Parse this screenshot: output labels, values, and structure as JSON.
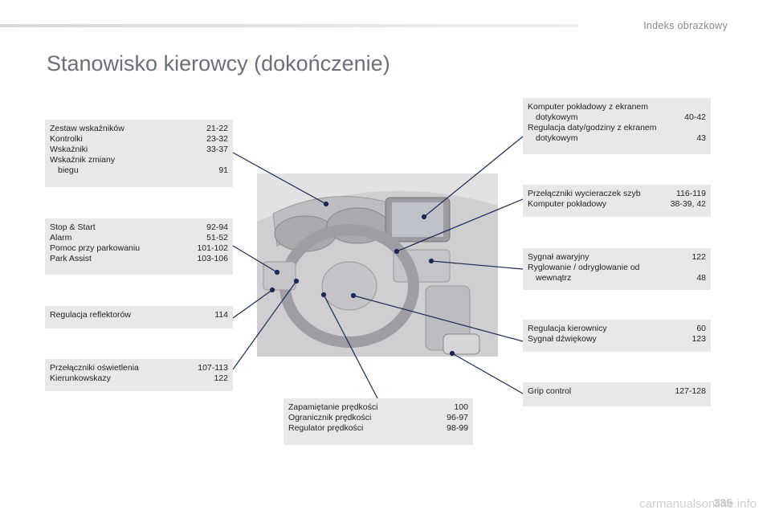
{
  "header": {
    "section": "Indeks obrazkowy"
  },
  "page_title": "Stanowisko kierowcy (dokończenie)",
  "boxes": {
    "b1": [
      {
        "label": "Zestaw wskaźników",
        "page": "21-22"
      },
      {
        "label": "Kontrolki",
        "page": "23-32"
      },
      {
        "label": "Wskaźniki",
        "page": "33-37"
      },
      {
        "label": "Wskaźnik zmiany",
        "label2": "biegu",
        "page": "91"
      }
    ],
    "b2": [
      {
        "label": "Stop & Start",
        "page": "92-94"
      },
      {
        "label": "Alarm",
        "page": "51-52"
      },
      {
        "label": "Pomoc przy parkowaniu",
        "page": "101-102"
      },
      {
        "label": "Park Assist",
        "page": "103-106"
      }
    ],
    "b3": [
      {
        "label": "Regulacja reflektorów",
        "page": "114"
      }
    ],
    "b4": [
      {
        "label": "Przełączniki oświetlenia",
        "page": "107-113"
      },
      {
        "label": "Kierunkowskazy",
        "page": "122"
      }
    ],
    "b5": [
      {
        "label": "Zapamiętanie prędkości",
        "page": "100"
      },
      {
        "label": "Ogranicznik prędkości",
        "page": "96-97"
      },
      {
        "label": "Regulator prędkości",
        "page": "98-99"
      }
    ],
    "r1": [
      {
        "label": "Komputer pokładowy z ekranem",
        "label2": "dotykowym",
        "page": "40-42"
      },
      {
        "label": "Regulacja daty/godziny z ekranem",
        "label2": "dotykowym",
        "page": "43"
      }
    ],
    "r2": [
      {
        "label": "Przełączniki wycieraczek szyb",
        "page": "116-119"
      },
      {
        "label": "Komputer pokładowy",
        "page": "38-39, 42"
      }
    ],
    "r3": [
      {
        "label": "Sygnał awaryjny",
        "page": "122"
      },
      {
        "label": "Ryglowanie / odryglowanie od",
        "label2": "wewnątrz",
        "page": "48"
      }
    ],
    "r4": [
      {
        "label": "Regulacja kierownicy",
        "page": "60"
      },
      {
        "label": "Sygnał dźwiękowy",
        "page": "123"
      }
    ],
    "r5": [
      {
        "label": "Grip control",
        "page": "127-128"
      }
    ]
  },
  "footer": {
    "page_number": "335",
    "watermark": "carmanualsonline.info"
  },
  "colors": {
    "leader_line": "#1b2a55",
    "box_bg": "#e8e8e8",
    "title": "#6c6f78"
  }
}
